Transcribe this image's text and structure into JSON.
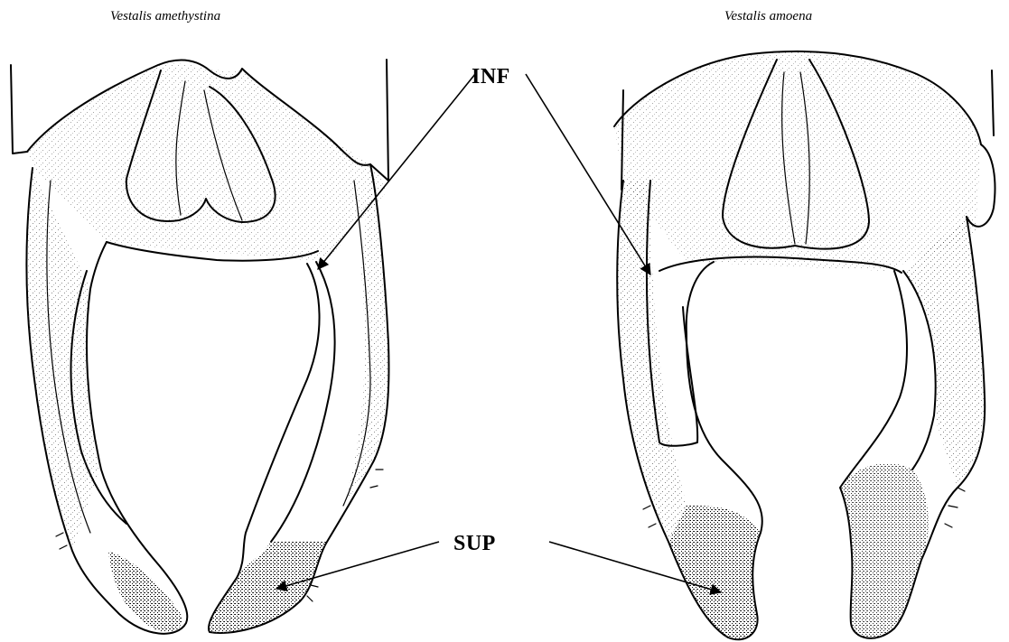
{
  "figure": {
    "left_species": "Vestalis amethystina",
    "right_species": "Vestalis amoena",
    "label_inferior": "INF",
    "label_superior": "SUP"
  }
}
